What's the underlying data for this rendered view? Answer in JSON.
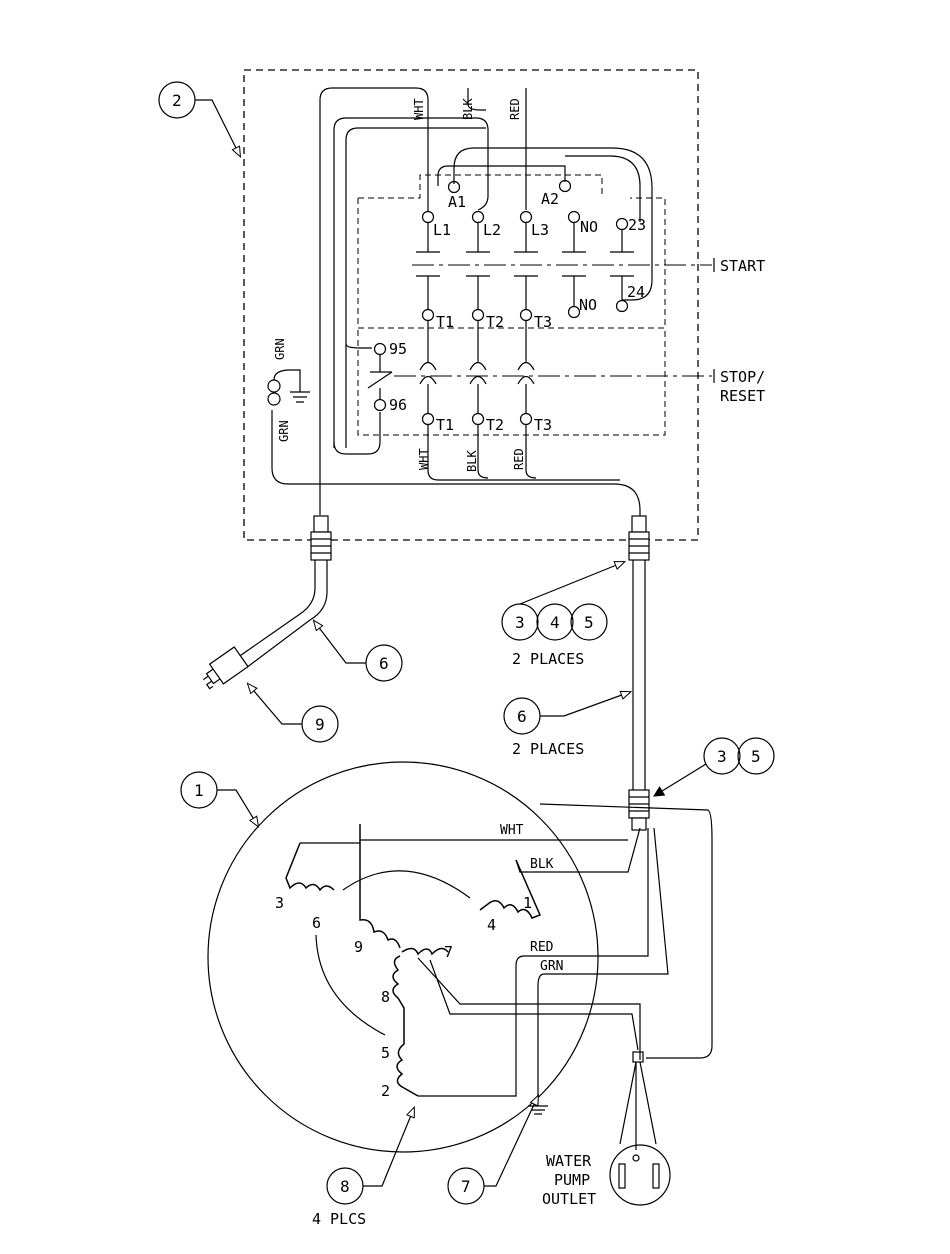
{
  "terminals": {
    "a1": "A1",
    "a2": "A2",
    "l1": "L1",
    "l2": "L2",
    "l3": "L3",
    "no_top": "NO",
    "n23": "23",
    "t1_top": "T1",
    "t2_top": "T2",
    "t3_top": "T3",
    "no_bottom": "NO",
    "n24": "24",
    "n95": "95",
    "n96": "96",
    "t1_bottom": "T1",
    "t2_bottom": "T2",
    "t3_bottom": "T3"
  },
  "buttons": {
    "start": "START",
    "stop_line1": "STOP/",
    "stop_line2": "RESET"
  },
  "wire_labels": {
    "wht": "WHT",
    "blk": "BLK",
    "red": "RED",
    "grn": "GRN"
  },
  "motor_leads": [
    "1",
    "2",
    "3",
    "4",
    "5",
    "6",
    "7",
    "8",
    "9"
  ],
  "callouts": {
    "c1": "1",
    "c2": "2",
    "c3": "3",
    "c4": "4",
    "c5": "5",
    "c6": "6",
    "c6b": "6",
    "c3b": "3",
    "c5b": "5",
    "c7": "7",
    "c8": "8",
    "c9": "9"
  },
  "notes": {
    "two_places_a": "2 PLACES",
    "two_places_b": "2 PLACES",
    "four_plcs": "4 PLCS"
  },
  "outlet_label": {
    "line1": "WATER",
    "line2": "PUMP",
    "line3": "OUTLET"
  }
}
